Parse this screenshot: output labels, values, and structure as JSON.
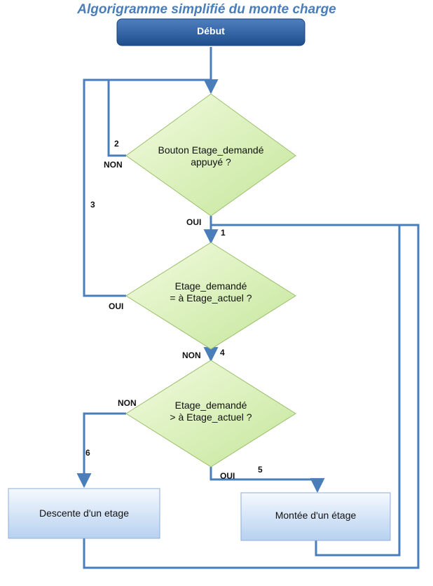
{
  "title": "Algorigramme simplifié du monte charge",
  "colors": {
    "title": "#4a7ebb",
    "line": "#4a7ebb",
    "start_fill_top": "#4f7fc0",
    "start_fill_bottom": "#1f4e8c",
    "start_text": "#ffffff",
    "decision_fill_light": "#f3fbe0",
    "decision_fill_dark": "#c4e69a",
    "decision_stroke": "#9bbf6c",
    "process_fill_top": "#f5f9fe",
    "process_fill_bottom": "#b7d1f0",
    "process_stroke": "#8eaedb"
  },
  "nodes": {
    "start": {
      "label": "Début"
    },
    "decision1": {
      "line1": "Bouton Etage_demandé",
      "line2": "appuyé ?"
    },
    "decision2": {
      "line1": "Etage_demandé",
      "line2": "= à Etage_actuel ?"
    },
    "decision3": {
      "line1": "Etage_demandé",
      "line2": "> à Etage_actuel ?"
    },
    "descente": {
      "label": "Descente d'un etage"
    },
    "montee": {
      "label": "Montée d'un étage"
    }
  },
  "branch_labels": {
    "d1_non": "NON",
    "d1_oui": "OUI",
    "d2_oui": "OUI",
    "d2_non": "NON",
    "d3_non": "NON",
    "d3_oui": "OUI"
  },
  "path_numbers": {
    "n1": "1",
    "n2": "2",
    "n3": "3",
    "n4": "4",
    "n5": "5",
    "n6": "6"
  }
}
